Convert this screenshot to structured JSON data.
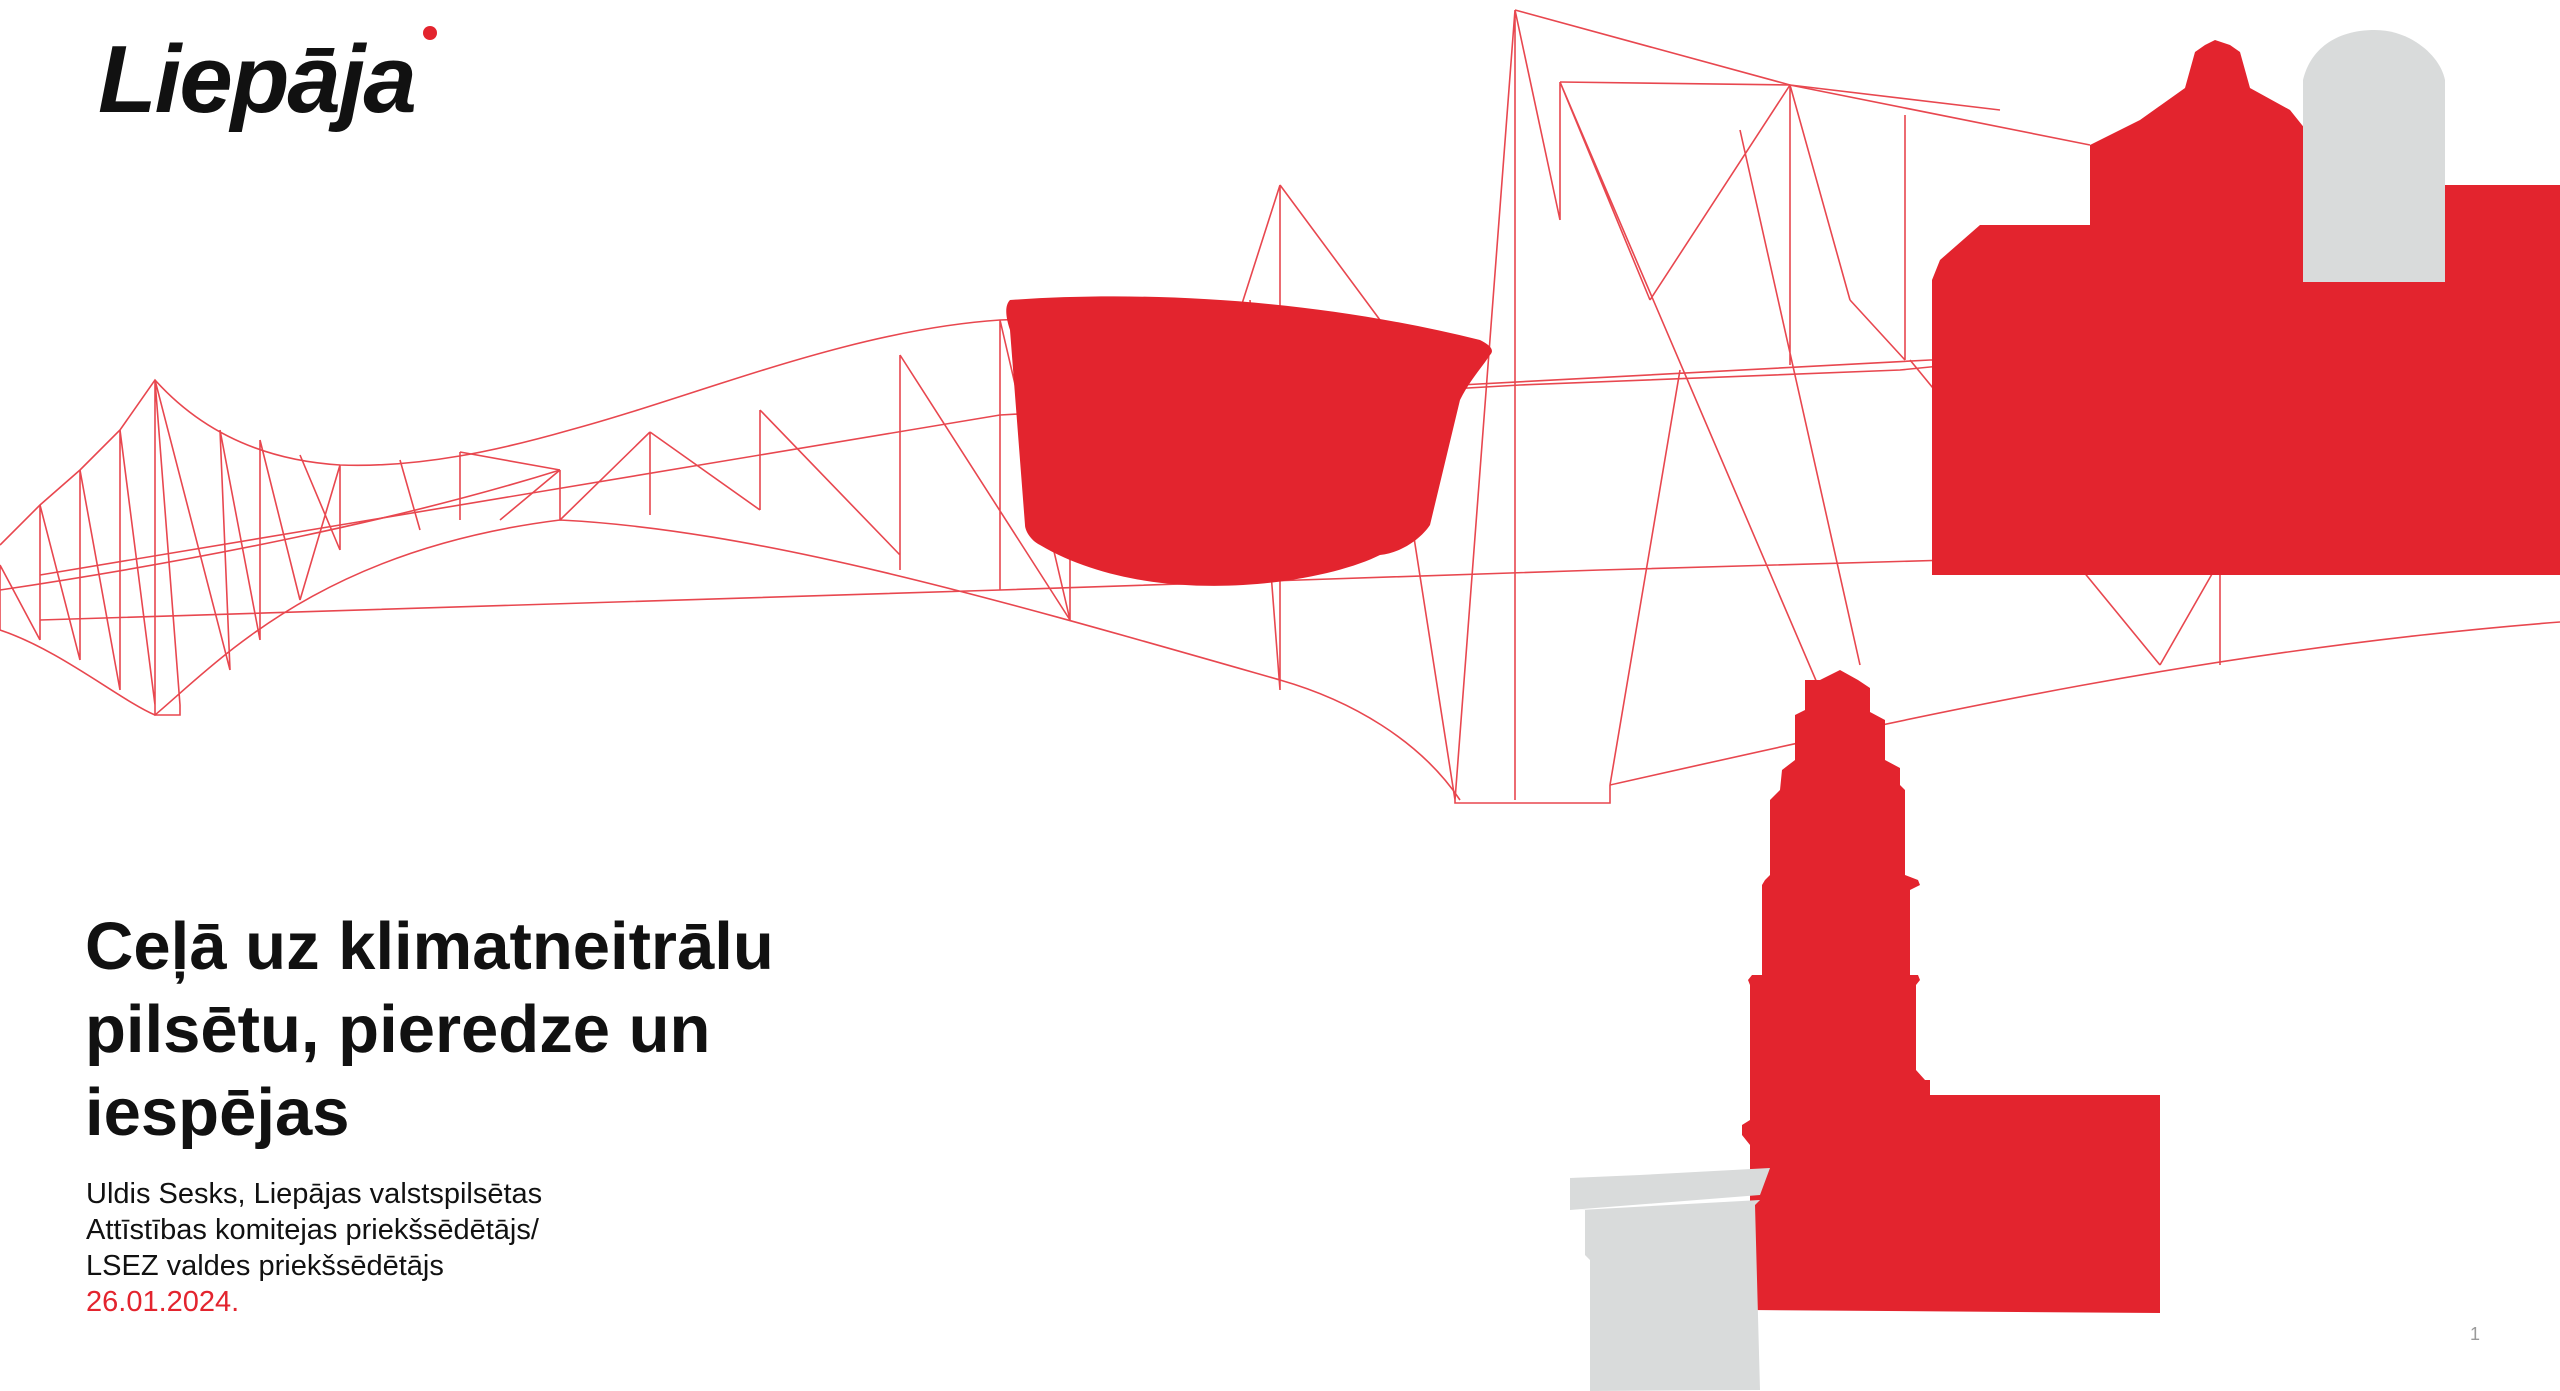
{
  "slide": {
    "logo": {
      "text": "Liepāja"
    },
    "title": {
      "lines": [
        "Ceļā uz klimatneitrālu",
        "pilsētu, pieredze un",
        "iespējas"
      ]
    },
    "subtitle": {
      "lines": [
        "Uldis Sesks, Liepājas valstspilsētas",
        "Attīstības komitejas priekšsēdētājs/",
        "LSEZ valdes priekšsēdētājs"
      ],
      "date": "26.01.2024."
    },
    "page_number": "1"
  },
  "colors": {
    "accent_red": "#e3242e",
    "text_dark": "#111111",
    "light_gray": "#d9dbdb",
    "line_red": "#e8474f",
    "page_number_gray": "#9a9a9a"
  }
}
